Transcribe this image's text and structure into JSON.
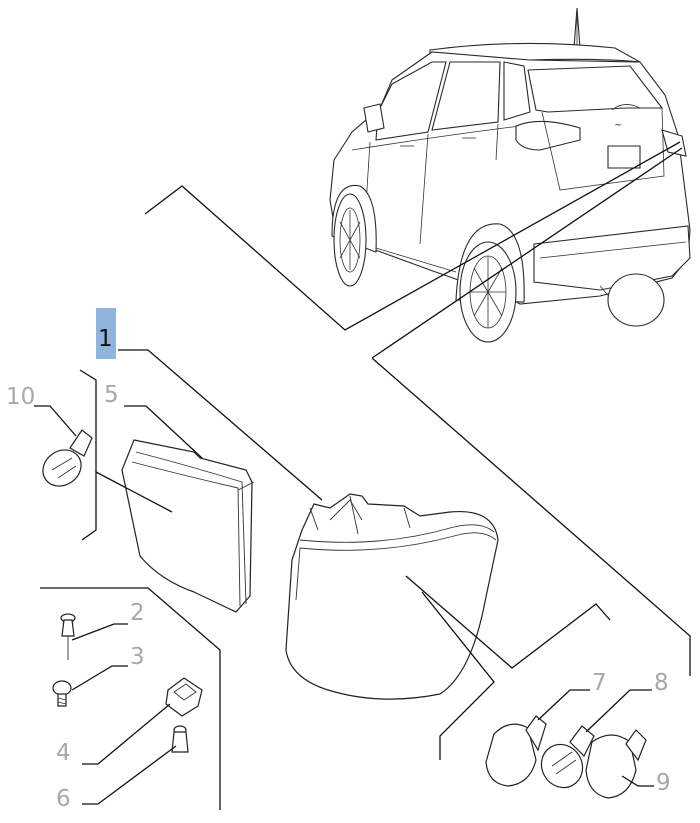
{
  "callouts": [
    {
      "id": "1",
      "label": "1",
      "selected": true
    },
    {
      "id": "2",
      "label": "2"
    },
    {
      "id": "3",
      "label": "3"
    },
    {
      "id": "4",
      "label": "4"
    },
    {
      "id": "5",
      "label": "5"
    },
    {
      "id": "6",
      "label": "6"
    },
    {
      "id": "7",
      "label": "7"
    },
    {
      "id": "8",
      "label": "8"
    },
    {
      "id": "9",
      "label": "9"
    },
    {
      "id": "10",
      "label": "10"
    }
  ],
  "colors": {
    "selected_highlight": "#8fb5dc",
    "callout_text": "#a8a8a8",
    "line": "#111111"
  },
  "icons": [
    "car-rear-view",
    "tail-lamp-assembly",
    "lamp-housing",
    "bulb",
    "screw",
    "bolt",
    "clip",
    "plug-pin"
  ]
}
